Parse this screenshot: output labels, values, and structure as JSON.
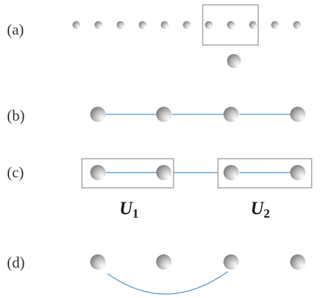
{
  "panels": [
    {
      "label": "(a)"
    },
    {
      "label": "(b)"
    },
    {
      "label": "(c)"
    },
    {
      "label": "(d)"
    }
  ],
  "operators": [
    {
      "symbol": "U",
      "subscript": "1"
    },
    {
      "symbol": "U",
      "subscript": "2"
    }
  ],
  "colors": {
    "bond": "#4a8fc6",
    "box": "#8c8c8c",
    "label": "#333333",
    "sphere_light": "#ffffff",
    "sphere_mid": "#c8c8c8",
    "sphere_dark": "#6e6e6e"
  }
}
